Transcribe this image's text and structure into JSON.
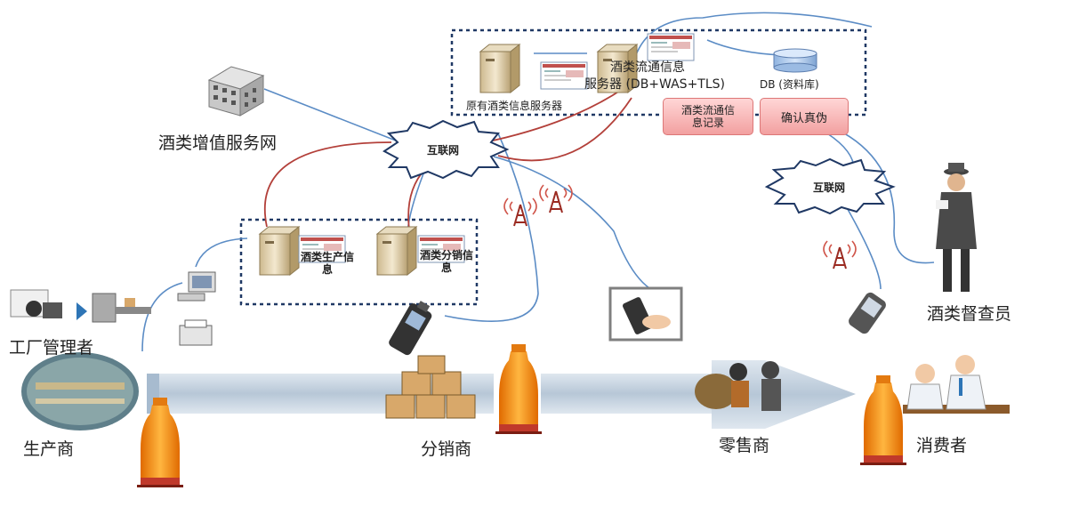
{
  "top_group": {
    "old_server": "原有酒类信息服务器",
    "flow_server_line1": "酒类流通信息",
    "flow_server_line2": "服务器 (DB+WAS+TLS)",
    "db": "DB (资料库)",
    "record_btn": "酒类流通信息记录",
    "verify_btn": "确认真伪"
  },
  "value_added_net": "酒类增值服务网",
  "internet_main": "互联网",
  "internet_right": "互联网",
  "mid_group": {
    "production_info": "酒类生产信息",
    "distribution_info": "酒类分销信息"
  },
  "actors": {
    "factory_manager": "工厂管理者",
    "inspector": "酒类督查员",
    "producer": "生产商",
    "distributor": "分销商",
    "retailer": "零售商",
    "consumer": "消费者"
  },
  "colors": {
    "blue_link": "#4f81bd",
    "red_link": "#b3403a",
    "arrow": "#c5d3e0",
    "bottle": "#f39a1c",
    "pink": "#f2a0a0"
  }
}
